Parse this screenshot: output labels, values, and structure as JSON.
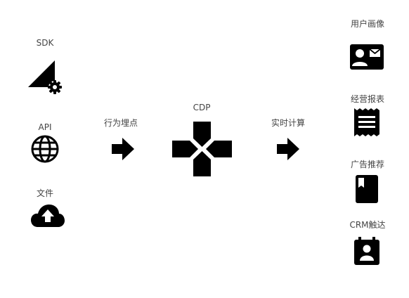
{
  "sources": {
    "sdk": "SDK",
    "api": "API",
    "file": "文件"
  },
  "flow": {
    "collect": "行为埋点",
    "hub": "CDP",
    "compute": "实时计算"
  },
  "outputs": {
    "profile": "用户画像",
    "report": "经营报表",
    "ads": "广告推荐",
    "crm": "CRM触达"
  },
  "colors": {
    "icon": "#000000",
    "text": "#444444"
  },
  "icons": {
    "sdk": "signal-gear-icon",
    "api": "globe-icon",
    "file": "cloud-upload-icon",
    "arrow": "arrow-right-icon",
    "hub": "move-arrows-icon",
    "profile": "contact-mail-icon",
    "report": "receipt-icon",
    "ads": "book-icon",
    "crm": "contact-calendar-icon"
  }
}
